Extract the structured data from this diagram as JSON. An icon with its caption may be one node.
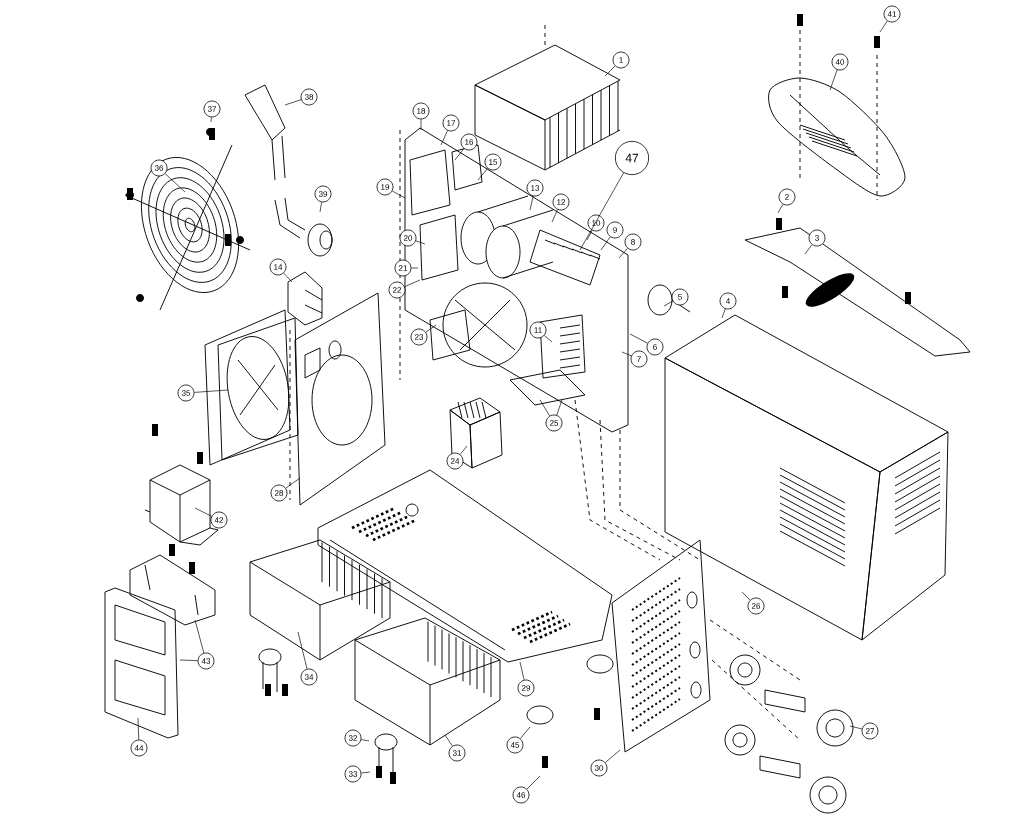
{
  "diagram": {
    "nodes": [
      {
        "text": [
          "1"
        ]
      },
      {
        "text": [
          "2"
        ]
      },
      {
        "text": [
          "3"
        ]
      },
      {
        "text": [
          "4"
        ]
      },
      {
        "text": [
          "5"
        ]
      },
      {
        "text": [
          "6"
        ]
      },
      {
        "text": [
          "7"
        ]
      },
      {
        "text": [
          "8"
        ]
      },
      {
        "text": [
          "9"
        ]
      },
      {
        "text": [
          "10"
        ]
      },
      {
        "text": [
          "11"
        ]
      },
      {
        "text": [
          "12"
        ]
      },
      {
        "text": [
          "13"
        ]
      },
      {
        "text": [
          "14"
        ]
      },
      {
        "text": [
          "15"
        ]
      },
      {
        "text": [
          "16"
        ]
      },
      {
        "text": [
          "17"
        ]
      },
      {
        "text": [
          "18"
        ]
      },
      {
        "text": [
          "19"
        ]
      },
      {
        "text": [
          "20"
        ]
      },
      {
        "text": [
          "21"
        ]
      },
      {
        "text": [
          "22"
        ]
      },
      {
        "text": [
          "23"
        ]
      },
      {
        "text": [
          "24"
        ]
      },
      {
        "text": [
          "25"
        ]
      },
      {
        "text": [
          "26"
        ]
      },
      {
        "text": [
          "27"
        ]
      },
      {
        "text": [
          "28"
        ]
      },
      {
        "text": [
          "29"
        ]
      },
      {
        "text": [
          "30"
        ]
      },
      {
        "text": [
          "31"
        ]
      },
      {
        "text": [
          "32"
        ]
      },
      {
        "text": [
          "33"
        ]
      },
      {
        "text": [
          "34"
        ]
      },
      {
        "text": [
          "35"
        ]
      },
      {
        "text": [
          "36"
        ]
      },
      {
        "text": [
          "37"
        ]
      },
      {
        "text": [
          "38"
        ]
      },
      {
        "text": [
          "39"
        ]
      },
      {
        "text": [
          "40"
        ]
      },
      {
        "text": [
          "41"
        ]
      },
      {
        "text": [
          "42"
        ]
      },
      {
        "text": [
          "43"
        ]
      },
      {
        "text": [
          "44"
        ]
      },
      {
        "text": [
          "45"
        ]
      },
      {
        "text": [
          "46"
        ]
      },
      {
        "text": [
          "47"
        ]
      }
    ],
    "edges": [
      {
        "from": 0,
        "to": null,
        "arrow": "none"
      },
      {
        "from": 1,
        "to": null,
        "arrow": "none"
      },
      {
        "from": 2,
        "to": null,
        "arrow": "none"
      },
      {
        "from": 3,
        "to": null,
        "arrow": "none"
      },
      {
        "from": 4,
        "to": null,
        "arrow": "none"
      },
      {
        "from": 5,
        "to": null,
        "arrow": "none"
      },
      {
        "from": 6,
        "to": null,
        "arrow": "none"
      },
      {
        "from": 7,
        "to": null,
        "arrow": "none"
      },
      {
        "from": 8,
        "to": null,
        "arrow": "none"
      },
      {
        "from": 9,
        "to": null,
        "arrow": "none"
      },
      {
        "from": 10,
        "to": null,
        "arrow": "none"
      },
      {
        "from": 11,
        "to": null,
        "arrow": "none"
      },
      {
        "from": 12,
        "to": null,
        "arrow": "none"
      },
      {
        "from": 13,
        "to": null,
        "arrow": "none"
      },
      {
        "from": 14,
        "to": null,
        "arrow": "none"
      },
      {
        "from": 15,
        "to": null,
        "arrow": "none"
      },
      {
        "from": 16,
        "to": null,
        "arrow": "none"
      },
      {
        "from": 17,
        "to": null,
        "arrow": "none"
      },
      {
        "from": 18,
        "to": null,
        "arrow": "none"
      },
      {
        "from": 19,
        "to": null,
        "arrow": "none"
      },
      {
        "from": 20,
        "to": null,
        "arrow": "none"
      },
      {
        "from": 21,
        "to": null,
        "arrow": "none"
      },
      {
        "from": 22,
        "to": null,
        "arrow": "none"
      },
      {
        "from": 23,
        "to": null,
        "arrow": "none"
      },
      {
        "from": 24,
        "to": null,
        "arrow": "none"
      },
      {
        "from": 25,
        "to": null,
        "arrow": "none"
      },
      {
        "from": 26,
        "to": null,
        "arrow": "none"
      },
      {
        "from": 27,
        "to": null,
        "arrow": "none"
      },
      {
        "from": 28,
        "to": null,
        "arrow": "none"
      },
      {
        "from": 29,
        "to": null,
        "arrow": "none"
      },
      {
        "from": 30,
        "to": null,
        "arrow": "none"
      },
      {
        "from": 31,
        "to": null,
        "arrow": "none"
      },
      {
        "from": 32,
        "to": null,
        "arrow": "none"
      },
      {
        "from": 33,
        "to": null,
        "arrow": "none"
      },
      {
        "from": 34,
        "to": null,
        "arrow": "none"
      },
      {
        "from": 35,
        "to": null,
        "arrow": "none"
      },
      {
        "from": 36,
        "to": null,
        "arrow": "none"
      },
      {
        "from": 37,
        "to": null,
        "arrow": "none"
      },
      {
        "from": 38,
        "to": null,
        "arrow": "none"
      },
      {
        "from": 39,
        "to": null,
        "arrow": "none"
      },
      {
        "from": 40,
        "to": null,
        "arrow": "none"
      },
      {
        "from": 41,
        "to": null,
        "arrow": "none"
      },
      {
        "from": 42,
        "to": null,
        "arrow": "none"
      },
      {
        "from": 43,
        "to": null,
        "arrow": "none"
      },
      {
        "from": 44,
        "to": null,
        "arrow": "none"
      },
      {
        "from": 45,
        "to": null,
        "arrow": "none"
      },
      {
        "from": 46,
        "to": null,
        "arrow": "none"
      },
      {
        "from": 24,
        "to": null,
        "arrow": "none"
      },
      {
        "from": 42,
        "to": null,
        "arrow": "none"
      }
    ]
  }
}
